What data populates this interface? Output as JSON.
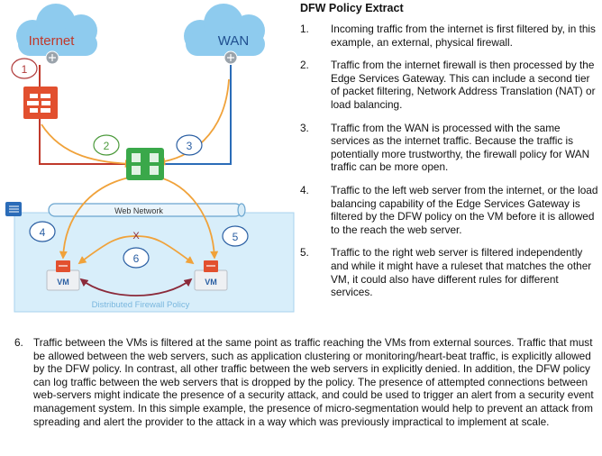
{
  "diagram": {
    "cloud_left_label": "Internet",
    "cloud_right_label": "WAN",
    "web_network_label": "Web Network",
    "dfw_policy_label": "Distributed Firewall Policy",
    "vm_left_label": "VM",
    "vm_right_label": "VM",
    "cross_label": "X",
    "markers": [
      "1",
      "2",
      "3",
      "4",
      "5",
      "6"
    ]
  },
  "panel": {
    "title": "DFW Policy Extract",
    "steps": [
      {
        "num": "1.",
        "text": "Incoming traffic from the internet is first filtered by, in this example, an external, physical firewall."
      },
      {
        "num": "2.",
        "text": "Traffic from the internet firewall is then processed by the Edge Services Gateway. This can include a second tier of packet filtering, Network Address Translation (NAT) or load balancing."
      },
      {
        "num": "3.",
        "text": "Traffic from the WAN is processed with the same services as the internet traffic. Because the traffic is potentially more trustworthy, the firewall policy for WAN traffic can be more open."
      },
      {
        "num": "4.",
        "text": "Traffic to the left web server from the internet, or the load balancing capability of the Edge Services Gateway is filtered by the DFW policy on the VM before it is allowed to the reach the web server."
      },
      {
        "num": "5.",
        "text": "Traffic to the right web server is filtered independently and while it might have a ruleset that matches the other VM, it could also have different rules for different services."
      }
    ]
  },
  "bottom": {
    "num": "6.",
    "text": "Traffic between the VMs is filtered at the same point as traffic reaching the VMs from external sources. Traffic that must be allowed between the web servers, such as application clustering or monitoring/heart-beat traffic, is explicitly allowed by the DFW policy. In contrast, all other traffic between the web servers in explicitly denied. In addition, the DFW policy can log traffic between the web servers that is dropped by the policy. The presence of attempted connections between web-servers might indicate the presence of a security attack, and could be used to trigger an alert from a security event management system. In this simple example, the presence of micro-segmentation would help to prevent an attack from spreading and alert the provider to the attack in a way which was previously impractical to implement at scale."
  },
  "colors": {
    "cloud": "#8ecbee",
    "firewall": "#e2502f",
    "edge": "#3aa84a",
    "internet_line": "#c0392b",
    "wan_line": "#2b6cb8",
    "flow": "#f0a23a",
    "vm_link": "#8b2a3a",
    "marker_red": "#b03a3a",
    "marker_green": "#4c9a3c",
    "marker_blue": "#2b5fa3",
    "zone": "#d8eefa",
    "tube": "#eaf5fc",
    "tube_stroke": "#6aa5cf",
    "dfw_text": "#7ab7de"
  }
}
